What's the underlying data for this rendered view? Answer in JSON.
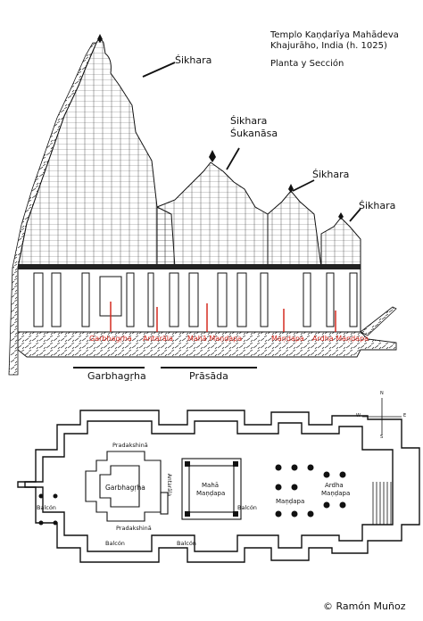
{
  "header": {
    "line1": "Templo Kaṇḍarīya Mahādeva",
    "line2": "Khajurāho,  India  (h. 1025)",
    "line3": "Planta y Sección"
  },
  "section_labels": {
    "sikhara_main": "Śikhara",
    "sikhara_sukanasa_1": "Śikhara",
    "sikhara_sukanasa_2": "Śukanāsa",
    "sikhara_mid": "Śikhara",
    "sikhara_right": "Śikhara"
  },
  "interior_labels": {
    "garbhagrha": "Garbhagṛha",
    "antarala": "Antarāla",
    "maha_mandapa": "Mahā Maṇḍapa",
    "mandapa": "Maṇḍapa",
    "ardha_mandapa": "Ardha Maṇḍapa"
  },
  "zones": {
    "garbhagrha": "Garbhagṛha",
    "prasada": "Prāsāda"
  },
  "compass": {
    "n": "N",
    "s": "S",
    "e": "E",
    "w": "W"
  },
  "plan_labels": {
    "pradakshina_top": "Pradakshinā",
    "pradakshina_bottom": "Pradakshinā",
    "garbhagrha": "Garbhagṛha",
    "antarala": "Antarāla",
    "maha_1": "Mahā",
    "maha_2": "Maṇḍapa",
    "mandapa": "Maṇḍapa",
    "ardha_1": "Ardha",
    "ardha_2": "Maṇḍapa",
    "balcon_left": "Balcón",
    "balcon_right": "Balcón",
    "balcon_bl": "Balcón",
    "balcon_bc": "Balcón"
  },
  "credit": "© Ramón Muñoz",
  "colors": {
    "ink": "#111111",
    "accent": "#d42a20"
  }
}
